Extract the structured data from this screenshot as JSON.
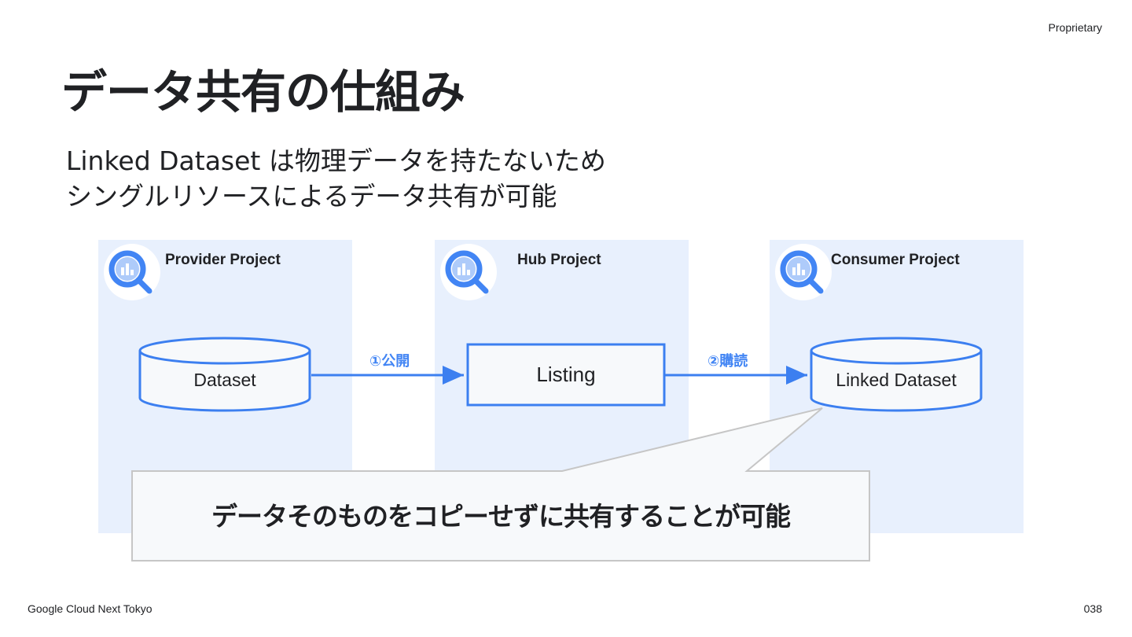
{
  "header": {
    "proprietary": "Proprietary"
  },
  "title": "データ共有の仕組み",
  "subtitle": {
    "line1": "Linked Dataset は物理データを持たないため",
    "line2": "シングルリソースによるデータ共有が可能"
  },
  "panels": [
    {
      "title": "Provider Project",
      "icon": "bigquery-icon"
    },
    {
      "title": "Hub Project",
      "icon": "bigquery-icon"
    },
    {
      "title": "Consumer Project",
      "icon": "bigquery-icon"
    }
  ],
  "nodes": {
    "dataset": "Dataset",
    "listing": "Listing",
    "linked_dataset": "Linked Dataset"
  },
  "edges": {
    "publish": "①公開",
    "subscribe": "②購読"
  },
  "callout": "データそのものをコピーせずに共有することが可能",
  "footer": {
    "event": "Google Cloud Next Tokyo",
    "page_number": "038"
  },
  "colors": {
    "panel_bg": "#e8f0fd",
    "accent": "#4285f4",
    "node_stroke": "#3c7ff0",
    "callout_bg": "#f7f9fb",
    "callout_border": "#c6c6c6"
  }
}
